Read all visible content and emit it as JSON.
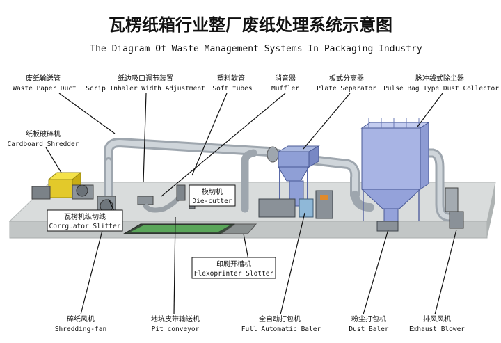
{
  "title": {
    "cn": "瓦楞纸箱行业整厂废纸处理系统示意图",
    "en": "The Diagram Of Waste Management Systems In Packaging Industry"
  },
  "labels": {
    "waste_duct": {
      "cn": "废纸输送管",
      "en": "Waste Paper Duct"
    },
    "scrip_inhaler": {
      "cn": "纸边吸口调节装置",
      "en": "Scrip Inhaler Width Adjustment"
    },
    "soft_tubes": {
      "cn": "塑料软管",
      "en": "Soft tubes"
    },
    "muffler": {
      "cn": "消音器",
      "en": "Muffler"
    },
    "plate_separator": {
      "cn": "板式分离器",
      "en": "Plate Separator"
    },
    "dust_collector": {
      "cn": "脉冲袋式除尘器",
      "en": "Pulse Bag Type Dust Collector"
    },
    "shredder": {
      "cn": "纸板破碎机",
      "en": "Cardboard Shredder"
    },
    "die_cutter": {
      "cn": "模切机",
      "en": "Die-cutter"
    },
    "corrugator": {
      "cn": "瓦楞机纵切线",
      "en": "Corrguator Slitter"
    },
    "flexoprinter": {
      "cn": "印刷开槽机",
      "en": "Flexoprinter Slotter"
    },
    "shredding_fan": {
      "cn": "碎纸风机",
      "en": "Shredding-fan"
    },
    "pit_conveyor": {
      "cn": "地坑皮带输送机",
      "en": "Pit conveyor"
    },
    "baler": {
      "cn": "全自动打包机",
      "en": "Full Automatic Baler"
    },
    "dust_baler": {
      "cn": "粉尘打包机",
      "en": "Dust Baler"
    },
    "exhaust_blower": {
      "cn": "排风风机",
      "en": "Exhaust Blower"
    }
  }
}
